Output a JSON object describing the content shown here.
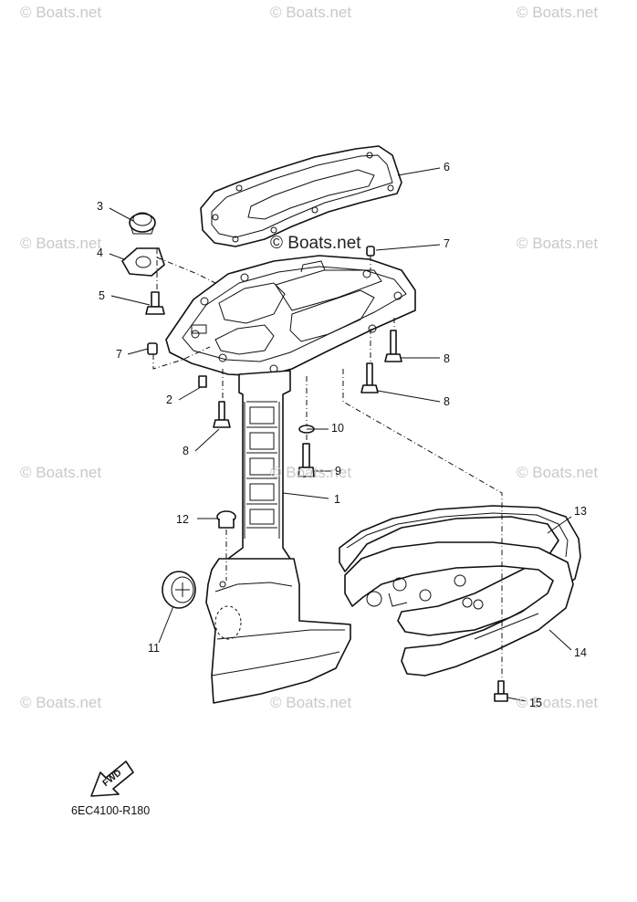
{
  "watermark": "© Boats.net",
  "diagram_code": "6EC4100-R180",
  "fwd_label": "FWD",
  "callouts": {
    "c1": "1",
    "c2": "2",
    "c3": "3",
    "c4": "4",
    "c5": "5",
    "c6": "6",
    "c7a": "7",
    "c7b": "7",
    "c8a": "8",
    "c8b": "8",
    "c8c": "8",
    "c9": "9",
    "c10": "10",
    "c11": "11",
    "c12": "12",
    "c13": "13",
    "c14": "14",
    "c15": "15"
  }
}
